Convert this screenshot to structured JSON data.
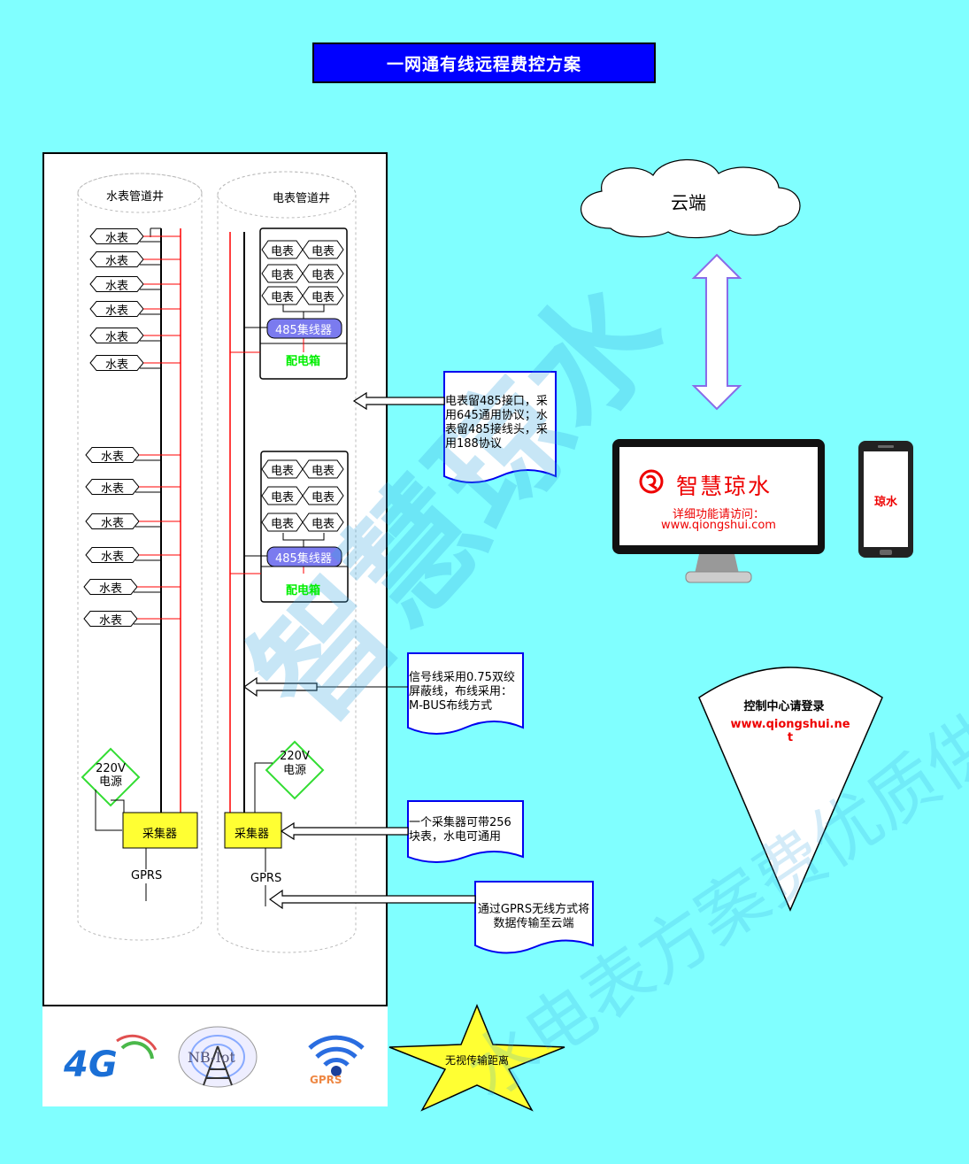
{
  "title": "一网通有线远程费控方案",
  "water_well": {
    "label": "水表管道井",
    "meter_label": "水表",
    "power_label_line1": "220V",
    "power_label_line2": "电源",
    "collector_label": "采集器",
    "gprs_label": "GPRS"
  },
  "elec_well": {
    "label": "电表管道井",
    "meter_label": "电表",
    "concentrator_label": "485集线器",
    "box_label": "配电箱",
    "power_label_line1": "220V",
    "power_label_line2": "电源",
    "collector_label": "采集器",
    "gprs_label": "GPRS"
  },
  "notes": {
    "interface": "电表留485接口，采用645通用协议；水表留485接线头，采用188协议",
    "signal": "信号线采用0.75双绞屏蔽线，布线采用：M-BUS布线方式",
    "collector": "一个采集器可带256块表，水电可通用",
    "gprs": "通过GPRS无线方式将数据传输至云端"
  },
  "cloud": {
    "label": "云端"
  },
  "monitor": {
    "brand": "智慧琼水",
    "line1": "详细功能请访问：",
    "url": "www.qiongshui.com"
  },
  "phone": {
    "label": "琼水"
  },
  "cone": {
    "line1": "控制中心请登录",
    "line2a": "www.qiongshui.ne",
    "line2b": "t"
  },
  "star": {
    "label": "无视传输距离"
  },
  "logos": {
    "nb": "NB-Iot",
    "gprs": "GPRS",
    "four_g": "4G"
  },
  "watermark": {
    "big": "智慧琼水",
    "small": "水电表方案费优质供应商"
  },
  "colors": {
    "background": "#80FFFF",
    "title_bg": "#0000FF",
    "red_bus": "#FF0000",
    "collector": "#FFFF33",
    "concentrator": "#7B7BEF",
    "box_text": "#00EE00"
  }
}
